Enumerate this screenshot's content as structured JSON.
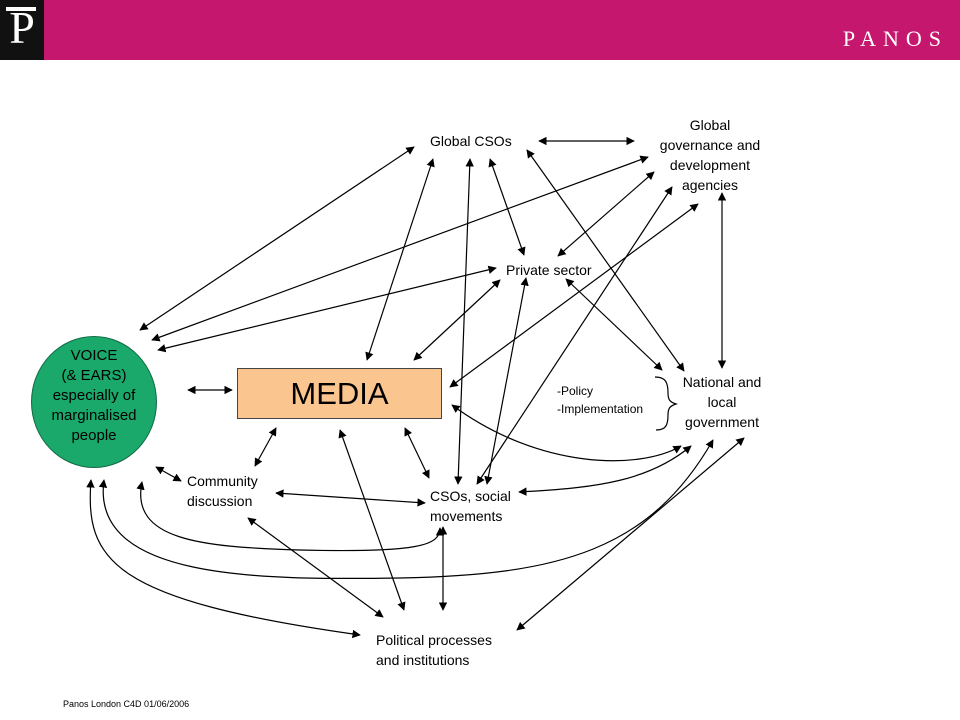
{
  "header": {
    "logo_letter": "P",
    "brand": "PANOS",
    "color": "#c6176f"
  },
  "nodes": {
    "voice": [
      "VOICE",
      "(& EARS)",
      "especially of",
      "marginalised",
      "people"
    ],
    "media": "MEDIA",
    "global_csos": "Global CSOs",
    "global_governance": [
      "Global",
      "governance and",
      "development",
      "agencies"
    ],
    "private_sector": "Private sector",
    "national_government": [
      "National and",
      "local",
      "government"
    ],
    "policy": "-Policy",
    "implementation": "-Implementation",
    "community_discussion": [
      "Community",
      "discussion"
    ],
    "csos_social": [
      "CSOs, social",
      "movements"
    ],
    "political": [
      "Political processes",
      "and institutions"
    ]
  },
  "footer": "Panos London C4D 01/06/2006",
  "colors": {
    "voice_fill": "#1aa86b",
    "media_fill": "#fbc58f"
  }
}
